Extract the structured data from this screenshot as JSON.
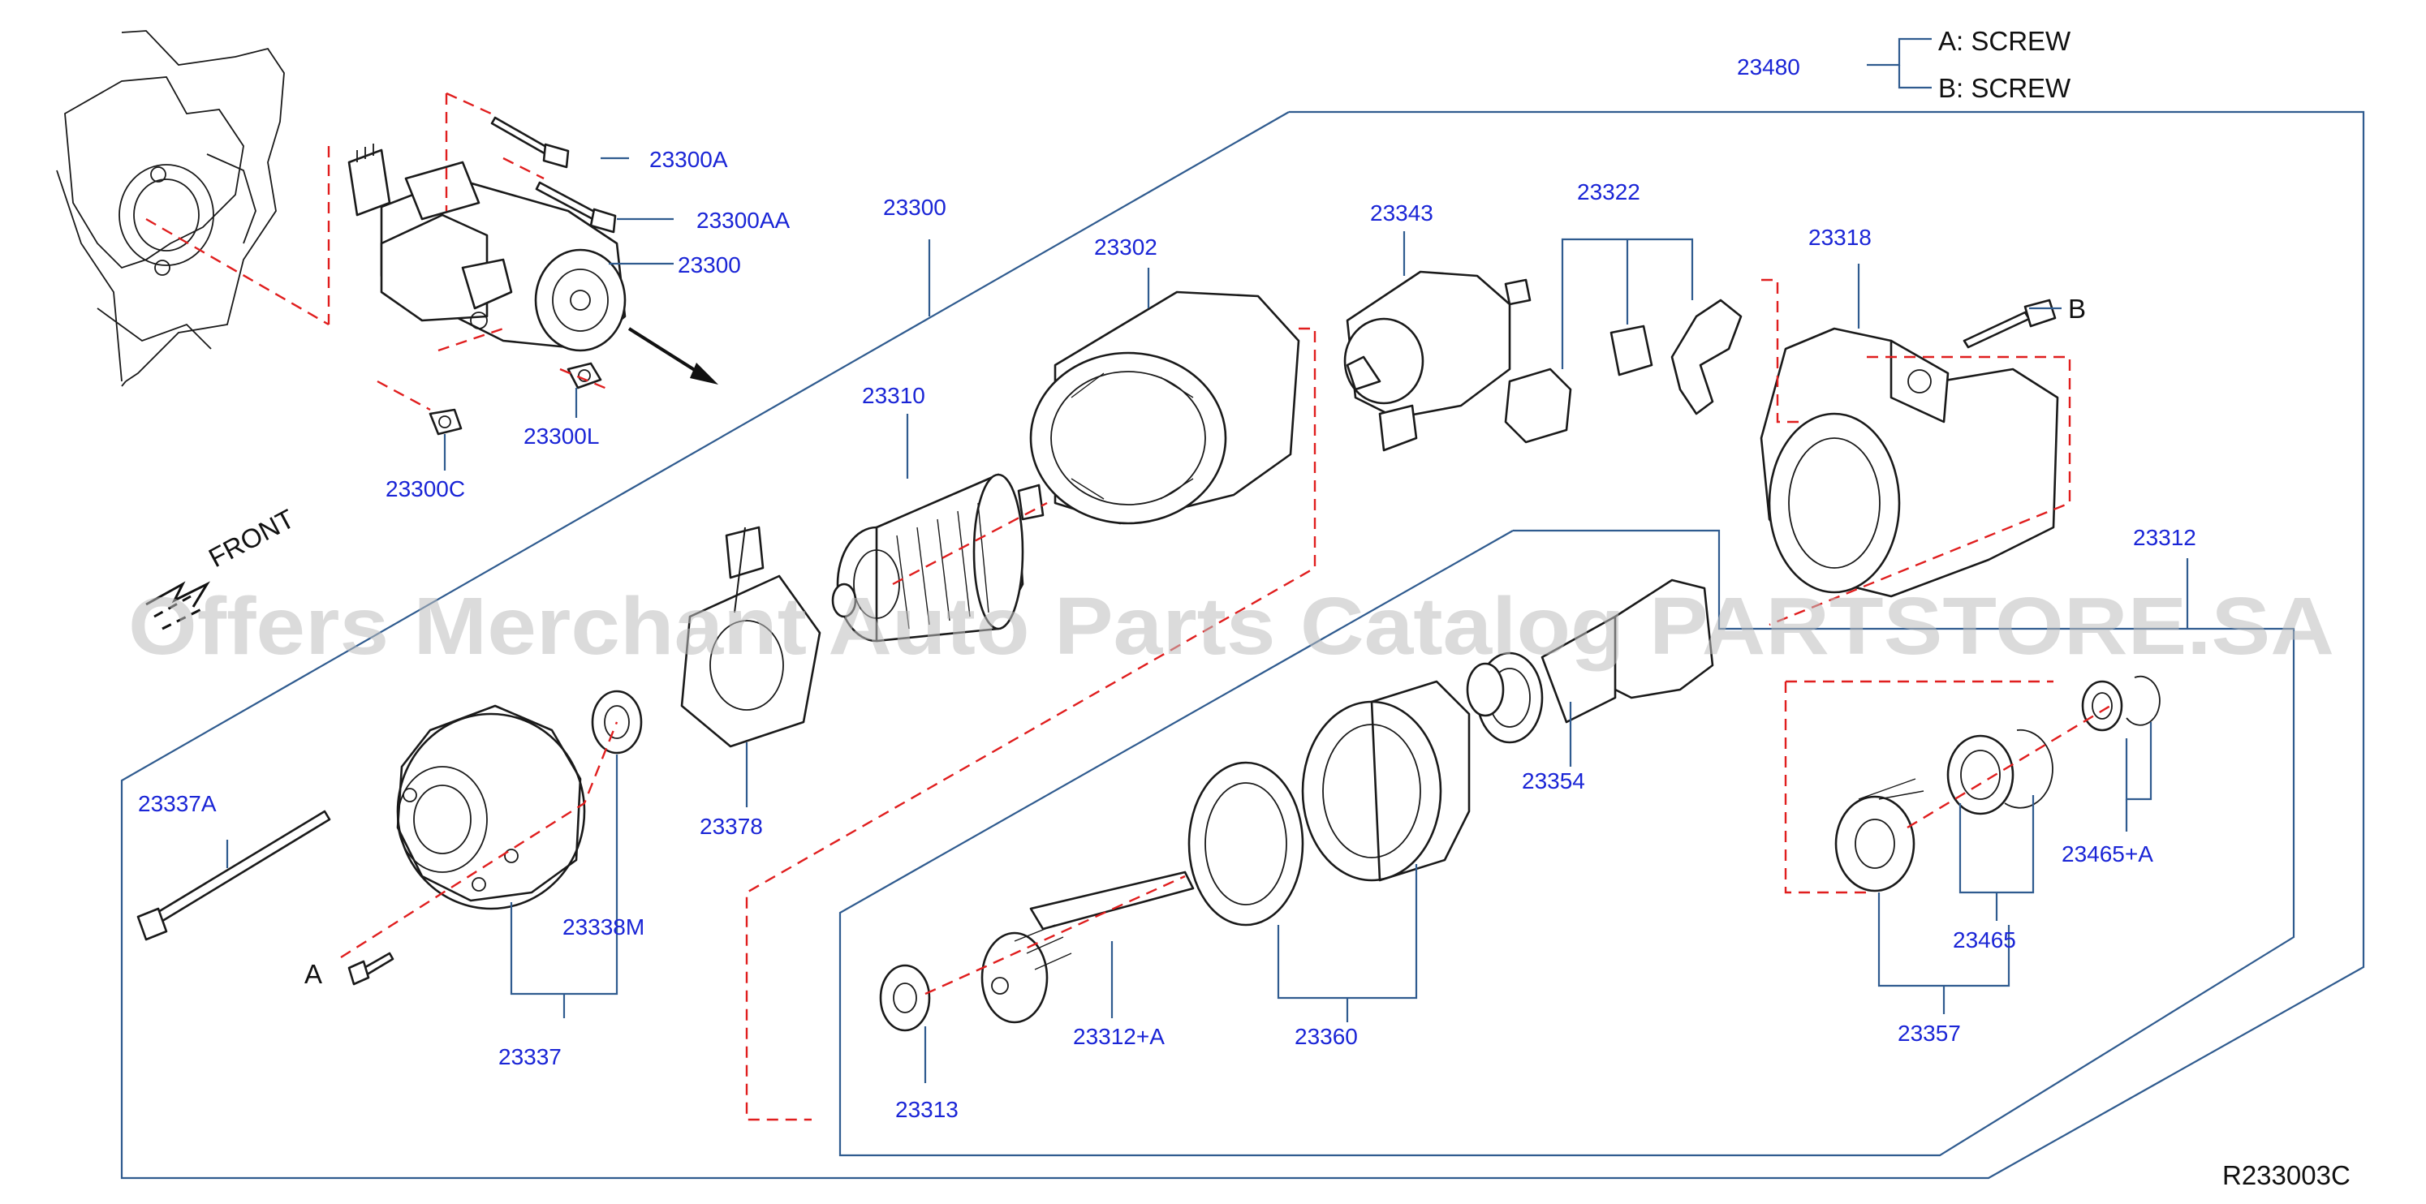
{
  "screw_key": {
    "ref": "23480",
    "a": "A:  SCREW",
    "b": "B:  SCREW"
  },
  "labels": {
    "p23300A": "23300A",
    "p23300AA": "23300AA",
    "p23300": "23300",
    "p23300L": "23300L",
    "p23300C": "23300C",
    "p23300_assy": "23300",
    "p23302": "23302",
    "p23310": "23310",
    "p23343": "23343",
    "p23322": "23322",
    "p23318": "23318",
    "b_marker": "B",
    "a_marker": "A",
    "front": "FRONT",
    "p23312": "23312",
    "p23378": "23378",
    "p23337A": "23337A",
    "p23338M": "23338M",
    "p23337": "23337",
    "p23354": "23354",
    "p23465A": "23465+A",
    "p23465": "23465",
    "p23357": "23357",
    "p23360": "23360",
    "p23312A": "23312+A",
    "p23313": "23313",
    "drawing_ref": "R233003C"
  },
  "watermark": "Offers Merchant Auto Parts Catalog PARTSTORE.SA",
  "colors": {
    "label": "#1a25d6",
    "frame": "#2f5b8f",
    "dash": "#e01e1e",
    "line": "#1a1a1a",
    "watermark": "#bdbdbd"
  }
}
